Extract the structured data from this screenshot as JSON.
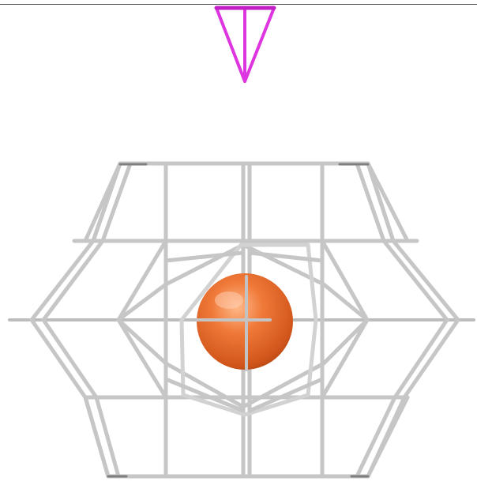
{
  "scene": {
    "background": "#ffffff",
    "objects": [
      {
        "name": "inverted-tetrahedron-marker",
        "color": "#e43ee6"
      },
      {
        "name": "wire-cage-frame",
        "color": "#c9c9c9",
        "shade": "#8e8e8e"
      },
      {
        "name": "central-sphere",
        "color": "#e8672a"
      }
    ]
  }
}
